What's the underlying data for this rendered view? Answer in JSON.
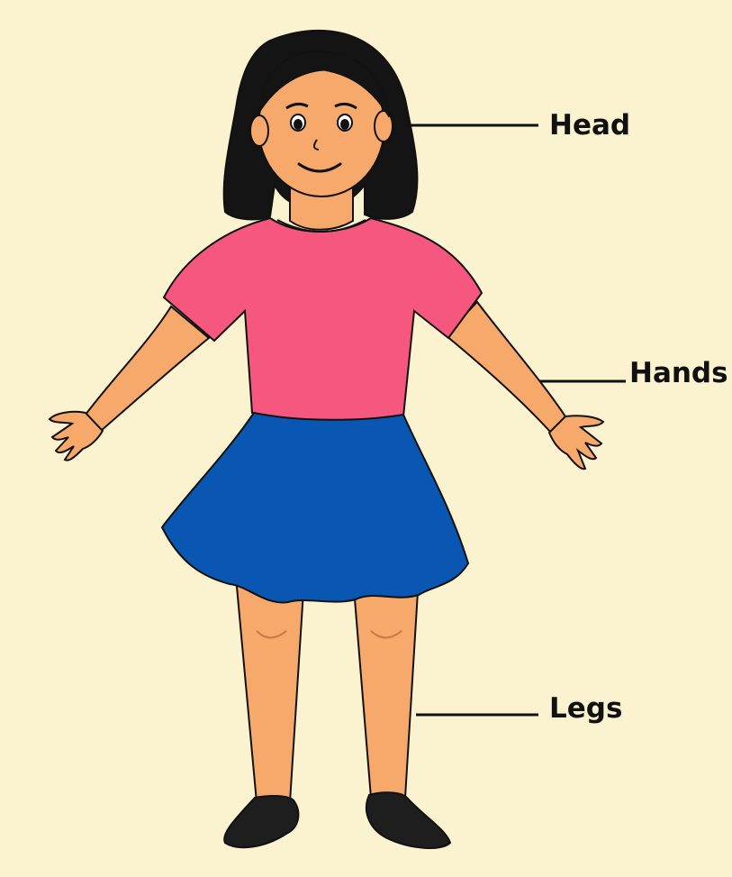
{
  "labels": {
    "head": "Head",
    "hands": "Hands",
    "legs": "Legs"
  },
  "colors": {
    "background": "#fbf3cf",
    "skin": "#f7a86b",
    "hair": "#141414",
    "shirt": "#f5577e",
    "skirt": "#0a57b3",
    "shoes": "#1e1e1e",
    "outline": "#111111"
  }
}
